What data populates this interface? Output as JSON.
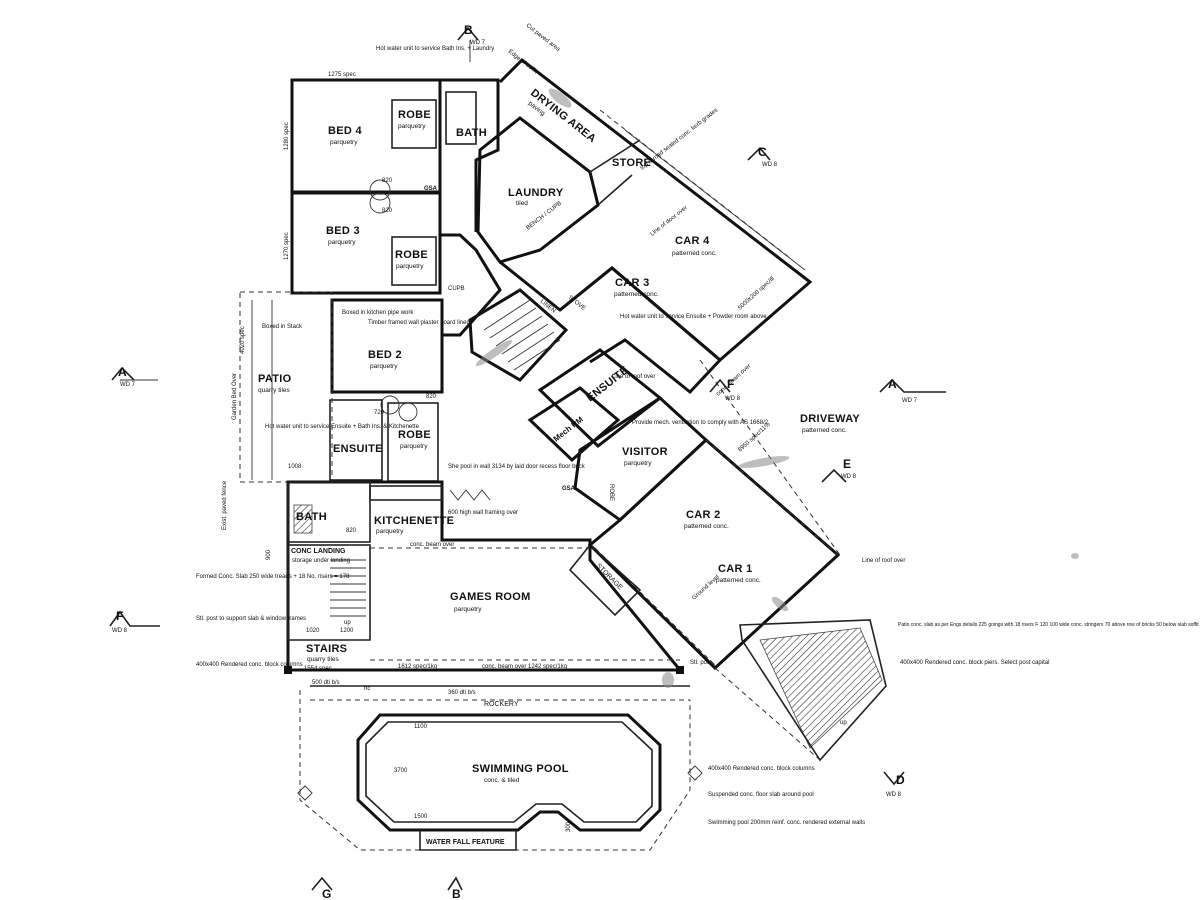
{
  "rooms": {
    "bed4": {
      "name": "BED 4",
      "finish": "parquetry"
    },
    "bed3": {
      "name": "BED 3",
      "finish": "parquetry"
    },
    "bed2": {
      "name": "BED 2",
      "finish": "parquetry"
    },
    "robe1": {
      "name": "ROBE",
      "finish": "parquetry"
    },
    "robe2": {
      "name": "ROBE",
      "finish": "parquetry"
    },
    "robe3": {
      "name": "ROBE",
      "finish": "parquetry"
    },
    "bath_upper": {
      "name": "BATH"
    },
    "bath_lower": {
      "name": "BATH"
    },
    "ensuite_left": {
      "name": "ENSUITE"
    },
    "ensuite_right": {
      "name": "ENSUITE"
    },
    "laundry": {
      "name": "LAUNDRY",
      "finish": "tiled"
    },
    "store": {
      "name": "STORE"
    },
    "drying": {
      "name": "DRYING AREA",
      "finish": "paving"
    },
    "car4": {
      "name": "CAR 4",
      "finish": "patterned conc."
    },
    "car3": {
      "name": "CAR 3",
      "finish": "patterned conc."
    },
    "car2": {
      "name": "CAR 2",
      "finish": "patterned conc."
    },
    "car1": {
      "name": "CAR 1",
      "finish": "patterned conc."
    },
    "visitor": {
      "name": "VISITOR",
      "finish": "parquetry"
    },
    "patio": {
      "name": "PATIO",
      "finish": "quarry tiles"
    },
    "kitchenette": {
      "name": "KITCHENETTE",
      "finish": "parquetry"
    },
    "games": {
      "name": "GAMES ROOM",
      "finish": "parquetry"
    },
    "stairs": {
      "name": "STAIRS",
      "finish": "quarry tiles"
    },
    "conc_landing": {
      "name": "CONC LANDING",
      "finish": "storage under landing"
    },
    "pool": {
      "name": "SWIMMING POOL",
      "finish": "conc. & tiled"
    },
    "waterfall": {
      "name": "WATER FALL FEATURE"
    },
    "driveway": {
      "name": "DRIVEWAY",
      "finish": "patterned conc."
    },
    "rockery": {
      "name": "ROCKERY"
    },
    "storage": {
      "name": "STORAGE"
    },
    "mechrm": {
      "name": "Mech RM"
    },
    "robe_v": {
      "name": "ROBE"
    },
    "linen": {
      "name": "LINEN"
    },
    "stove": {
      "name": "STOVE"
    },
    "cupb": {
      "name": "CUPB"
    },
    "bench": {
      "name": "BENCH / CUPB"
    }
  },
  "sections": [
    {
      "letter": "B",
      "ref": "WD 7"
    },
    {
      "letter": "C",
      "ref": "WD 8"
    },
    {
      "letter": "A",
      "ref": "WD 7"
    },
    {
      "letter": "A",
      "ref": "WD 7"
    },
    {
      "letter": "F",
      "ref": "WD 8"
    },
    {
      "letter": "E",
      "ref": "WD 8"
    },
    {
      "letter": "F",
      "ref": "WD 8"
    },
    {
      "letter": "D",
      "ref": "WD 8"
    },
    {
      "letter": "G",
      "ref": ""
    },
    {
      "letter": "B",
      "ref": ""
    }
  ],
  "notes": {
    "hot_water_top": "Hot water unit to service Bath Ins. + Laundry",
    "hot_water_car3": "Hot water unit to service Ensuite + Powder room above",
    "hot_water_patio": "Hot water unit to service Ensuite + Bath Ins. & Kitchenette",
    "boxed_stack": "Boxed in Stack",
    "garden_bed": "Garden Bed Over",
    "boxed_kitchen": "Boxed in kitchen pipe work",
    "timber_framed": "Timber framed wall plaster board lined",
    "provide_vent": "Provide mech. ventilation to comply with AS 1668/2",
    "she_pool": "She pool in wall 3134 by laid door recess floor brick",
    "high_wall": "600 high wall framing over",
    "formed_slab": "Formed Conc. Slab 250 wide treads + 18 No. risers = 178",
    "steel_post": "Stl. post to support slab & window frames",
    "columns_left": "400x400 Rendered conc. block columns",
    "columns_pool": "400x400 Rendered conc. block columns",
    "suspended_slab": "Suspended conc. floor slab around pool",
    "pool_spec": "Swimming pool 200mm reinf. conc. rendered external walls",
    "stair_spec": "Patio conc. slab as per Engs details 225 goings with 18 risers F 120 100 wide conc. stringers 70 above row of bricks 50 below slab soffit",
    "block_piers": "400x400 Rendered conc. block piers. Select post capital",
    "line_roof": "Line of roof over",
    "line_roof2": "Line of roof over",
    "edge_soffit": "Edge of soffit",
    "cut_paved": "Cut paved area",
    "cut_above": "Line of door over",
    "existing_fence": "Exist. paved fence",
    "gas": "GSA",
    "gas2": "GSA",
    "conc_beam_over": "conc. beam over",
    "conc_beam_over2": "conc. beam over",
    "conc_beam_over3": "conc. beam over",
    "ground_level": "Ground level",
    "stl_post": "Stl. post",
    "driveway_note": "top & road sealed conc. kerb grades"
  },
  "dims": {
    "d_top": "1275 spec",
    "d_bed4": "1280 spec",
    "d_bed3": "1270 spec",
    "d_patio": "4020 spec",
    "d_games1": "1612 spec/1kg",
    "d_games2": "1242 spec/1kg",
    "d_pool1": "1100",
    "d_pool2": "1500",
    "d_pool3": "3700",
    "d_rockery": "360 dti b/s",
    "d_dtl": "500 dti b/s",
    "d_car": "8950 spec/11%",
    "d_car4": "5000x200 spec/ill",
    "d_820a": "820",
    "d_820b": "820",
    "d_820c": "820",
    "d_820d": "820",
    "d_720": "720",
    "d_1020": "1020",
    "d_1200": "1200",
    "d_1008": "1008",
    "d_1554": "1554 spec",
    "d_up": "up",
    "d_up2": "up",
    "d_300": "300",
    "d_900": "900",
    "d_hc": "hc"
  }
}
